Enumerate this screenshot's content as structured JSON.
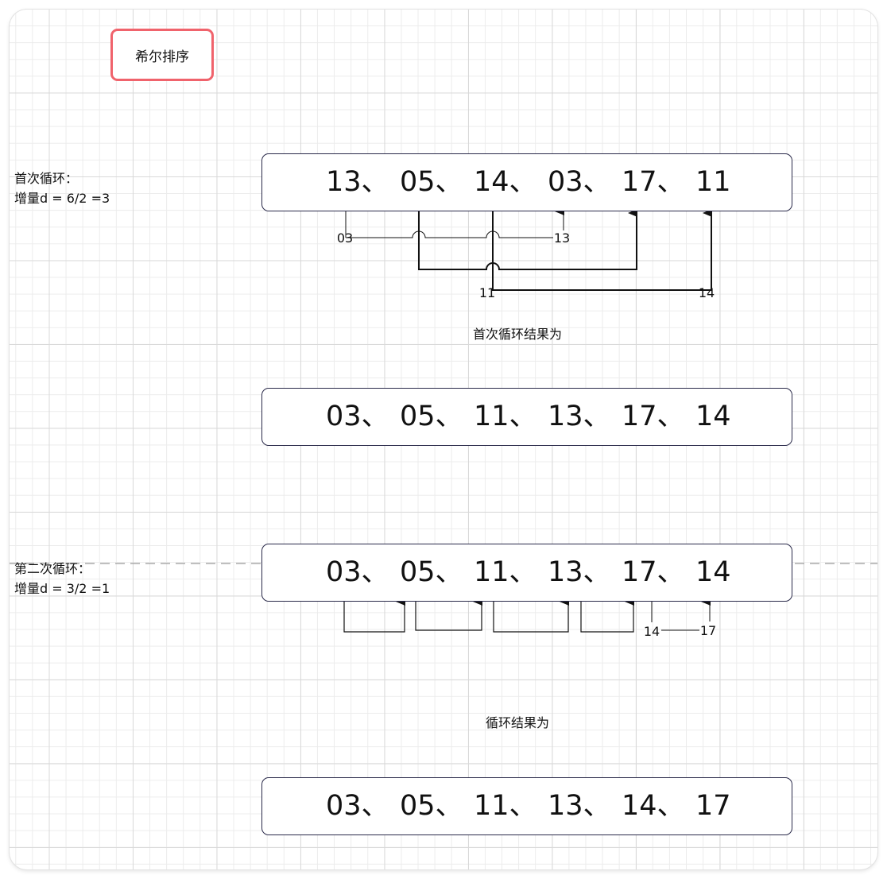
{
  "title": "希尔排序",
  "loop1": {
    "label1": "首次循环：",
    "label2": "增量d = 6/2 =3",
    "array": [
      "13、",
      "05、",
      "14、",
      "03、",
      "17、",
      "11"
    ],
    "swap_labels": [
      "03",
      "13",
      "11",
      "14"
    ],
    "result_caption": "首次循环结果为",
    "result_array": [
      "03、",
      "05、",
      "11、",
      "13、",
      "17、",
      "14"
    ]
  },
  "loop2": {
    "label1": "第二次循环：",
    "label2": "增量d = 3/2 =1",
    "array": [
      "03、",
      "05、",
      "11、",
      "13、",
      "17、",
      "14"
    ],
    "swap_labels": [
      "14",
      "17"
    ],
    "result_caption": "循环结果为",
    "result_array": [
      "03、",
      "05、",
      "11、",
      "13、",
      "14、",
      "17"
    ]
  },
  "colors": {
    "title_border": "#f0636c",
    "box_border": "#2a2a4a",
    "line": "#111111",
    "dashed_line": "#aaaaaa"
  }
}
